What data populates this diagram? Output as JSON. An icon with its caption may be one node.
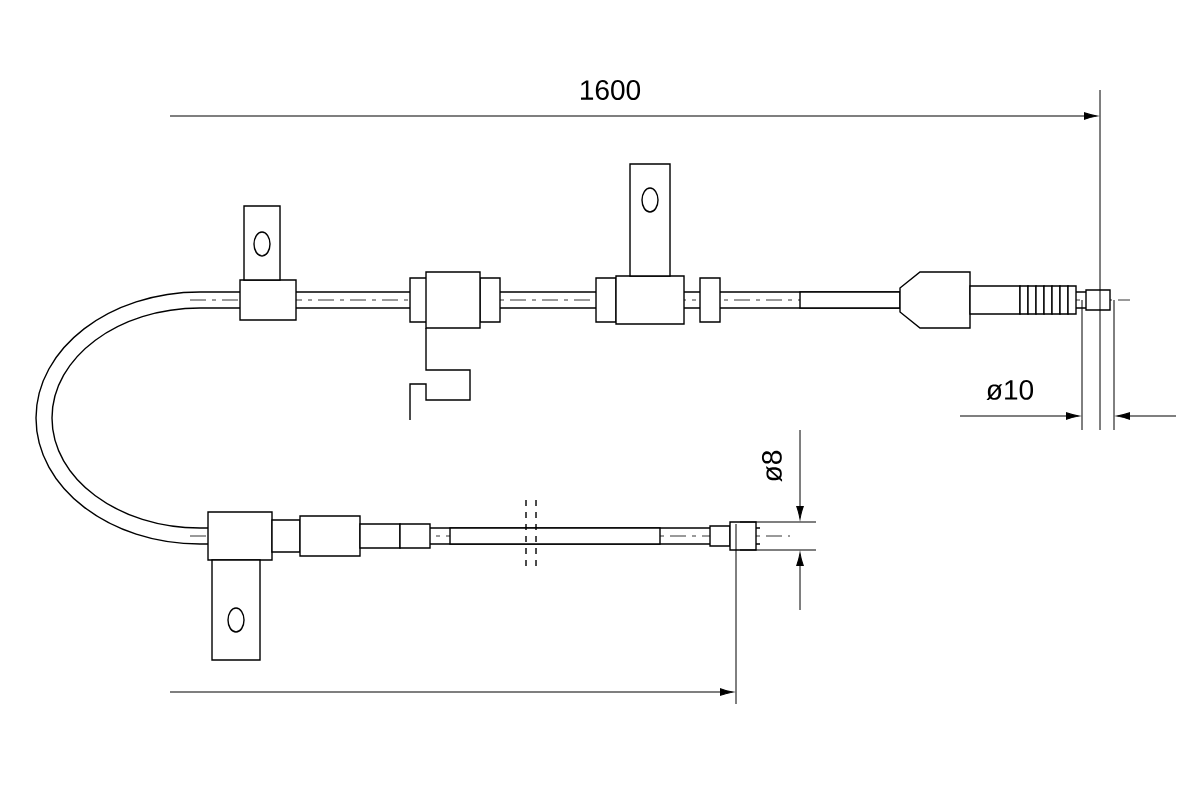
{
  "diagram": {
    "labels": [
      "1600",
      "ø10",
      "ø8"
    ]
  }
}
